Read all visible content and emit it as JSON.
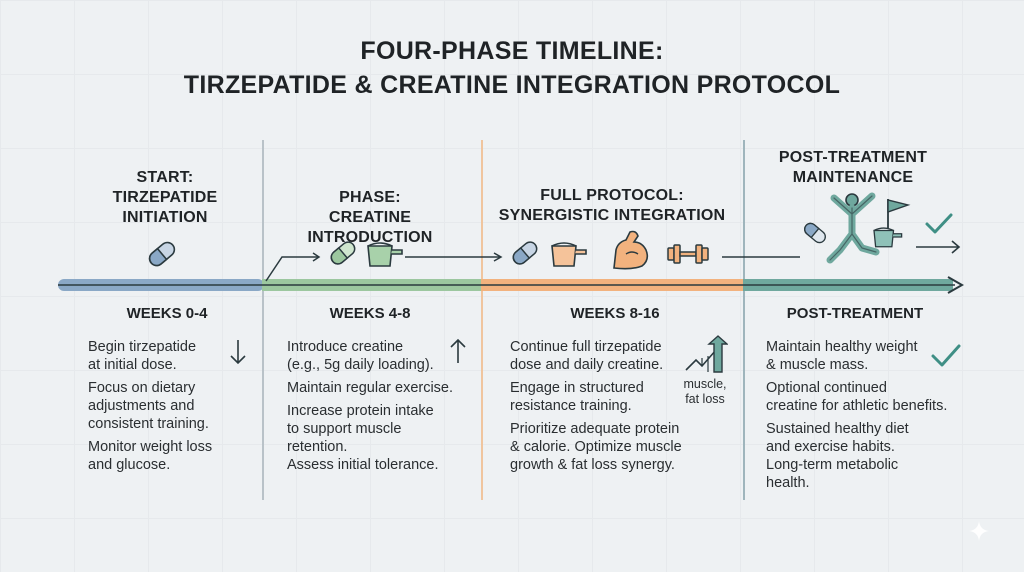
{
  "title": {
    "line1": "FOUR-PHASE TIMELINE:",
    "line2": "TIRZEPATIDE & CREATINE INTEGRATION PROTOCOL"
  },
  "phases": [
    {
      "heading": [
        "START:",
        "TIRZEPATIDE",
        "INITIATION"
      ],
      "weeks": "WEEKS 0-4",
      "color": "#8aa8c6",
      "details": [
        "Begin tirzepatide at initial dose.",
        "Focus on dietary adjustments and consistent training.",
        "Monitor weight loss and glucose."
      ],
      "detail_lines": [
        [
          "Begin tirzepatide",
          "at initial dose."
        ],
        [
          "Focus on dietary",
          "adjustments and",
          "consistent training."
        ],
        [
          "Monitor weight loss",
          "and glucose."
        ]
      ],
      "icons": [
        "pill-icon"
      ],
      "trend_icon": "down-arrow-icon"
    },
    {
      "heading": [
        "PHASE:",
        "CREATINE",
        "INTRODUCTION"
      ],
      "weeks": "WEEKS 4-8",
      "color": "#9cc79f",
      "detail_lines": [
        [
          "Introduce creatine",
          "(e.g., 5g daily loading)."
        ],
        [
          "Maintain regular exercise."
        ],
        [
          "Increase protein intake",
          "to support muscle",
          "retention."
        ],
        [
          "Assess initial tolerance."
        ]
      ],
      "icons": [
        "pill-icon",
        "scoop-icon"
      ],
      "trend_icon": "up-arrow-icon"
    },
    {
      "heading": [
        "FULL PROTOCOL:",
        "SYNERGISTIC INTEGRATION"
      ],
      "weeks": "WEEKS 8-16",
      "color": "#f2b27e",
      "detail_lines": [
        [
          "Continue full tirzepatide",
          "dose and daily creatine."
        ],
        [
          "Engage in structured",
          "resistance training."
        ],
        [
          "Prioritize adequate protein",
          "& calorie. Optimize muscle",
          "growth & fat loss synergy."
        ]
      ],
      "icons": [
        "pill-icon",
        "scoop-icon",
        "flexed-arm-icon",
        "dumbbell-icon"
      ],
      "trend_icon": "upward-trend-icon",
      "trend_label": [
        "muscle,",
        "fat loss"
      ]
    },
    {
      "heading": [
        "POST-TREATMENT",
        "MAINTENANCE"
      ],
      "weeks": "POST-TREATMENT",
      "color": "#6fa89e",
      "detail_lines": [
        [
          "Maintain healthy weight",
          "& muscle mass."
        ],
        [
          "Optional continued",
          "creatine for athletic benefits."
        ],
        [
          "Sustained healthy diet",
          "and exercise habits."
        ],
        [
          "Long-term metabolic",
          "health."
        ]
      ],
      "icons": [
        "pill-icon",
        "running-figure-icon",
        "scoop-icon",
        "flag-icon",
        "checkmark-icon",
        "arrow-right-icon"
      ],
      "trend_icon": "checkmark-icon"
    }
  ],
  "colors": {
    "blue": "#8aa8c6",
    "green": "#9cc79f",
    "orange": "#f2b27e",
    "teal": "#6fa89e",
    "ink": "#2b3a3f"
  }
}
